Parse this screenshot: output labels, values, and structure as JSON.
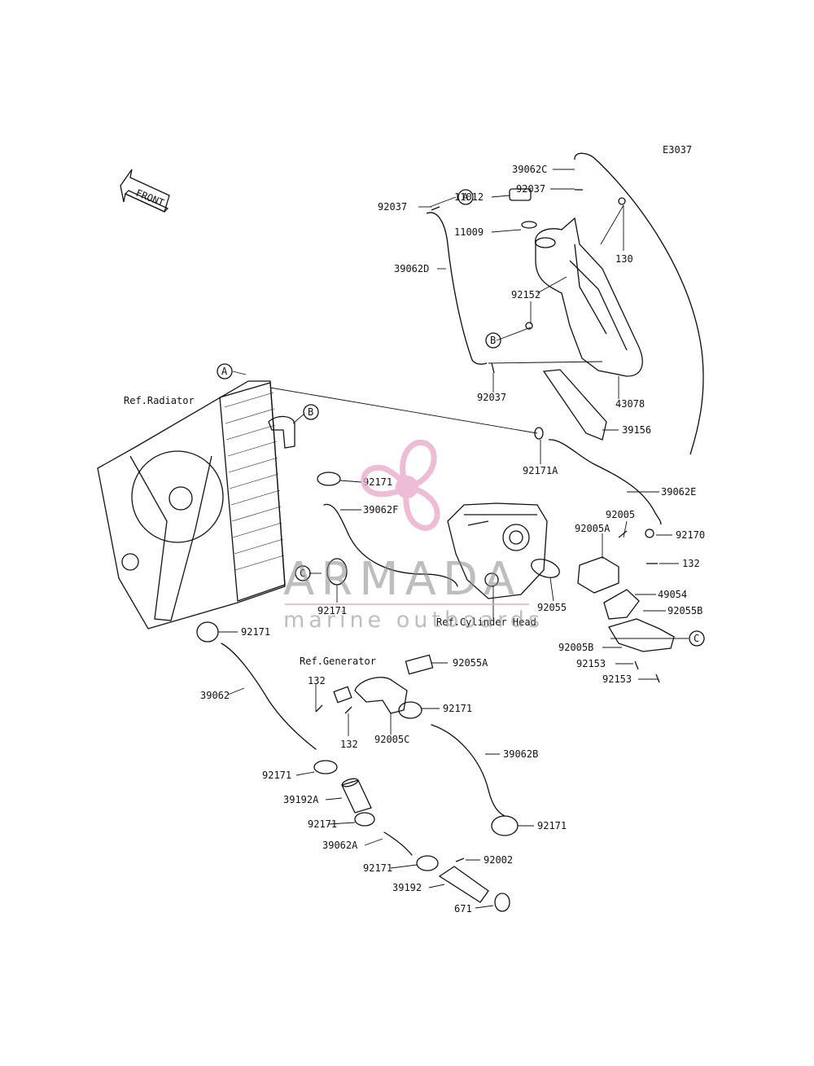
{
  "diagram_code": "E3037",
  "front_arrow_label": "FRONT",
  "watermark": {
    "brand": "ARMADA",
    "tagline": "marine outboards",
    "brand_color": "#e7a6c8",
    "text_color": "#8a8a8a"
  },
  "callouts": {
    "A": "A",
    "B": "B",
    "C": "C"
  },
  "labels": {
    "p39062C": "39062C",
    "p92037_top": "92037",
    "p92037_left": "92037",
    "p92037_bottom": "92037",
    "p11012": "11012",
    "p11009": "11009",
    "p130": "130",
    "p39062D": "39062D",
    "p92152": "92152",
    "p43078": "43078",
    "p39156": "39156",
    "p92171A": "92171A",
    "p39062E": "39062E",
    "p92005": "92005",
    "p92005A": "92005A",
    "p92170": "92170",
    "p132_right": "132",
    "p49054": "49054",
    "p92055B": "92055B",
    "p92005B": "92005B",
    "p92153_a": "92153",
    "p92153_b": "92153",
    "p92055": "92055",
    "p92171_a": "92171",
    "p39062F": "39062F",
    "p92171_b": "92171",
    "p92171_c": "92171",
    "p39062": "39062",
    "p132_a": "132",
    "p132_b": "132",
    "p92055A": "92055A",
    "p92171_d": "92171",
    "p92005C": "92005C",
    "p39062B": "39062B",
    "p92171_e": "92171",
    "p39192A": "39192A",
    "p92171_f": "92171",
    "p92171_g": "92171",
    "p39062A": "39062A",
    "p92171_h": "92171",
    "p92002": "92002",
    "p39192": "39192",
    "p671": "671",
    "ref_radiator": "Ref.Radiator",
    "ref_generator": "Ref.Generator",
    "ref_cylinder_head": "Ref.Cylinder Head"
  }
}
